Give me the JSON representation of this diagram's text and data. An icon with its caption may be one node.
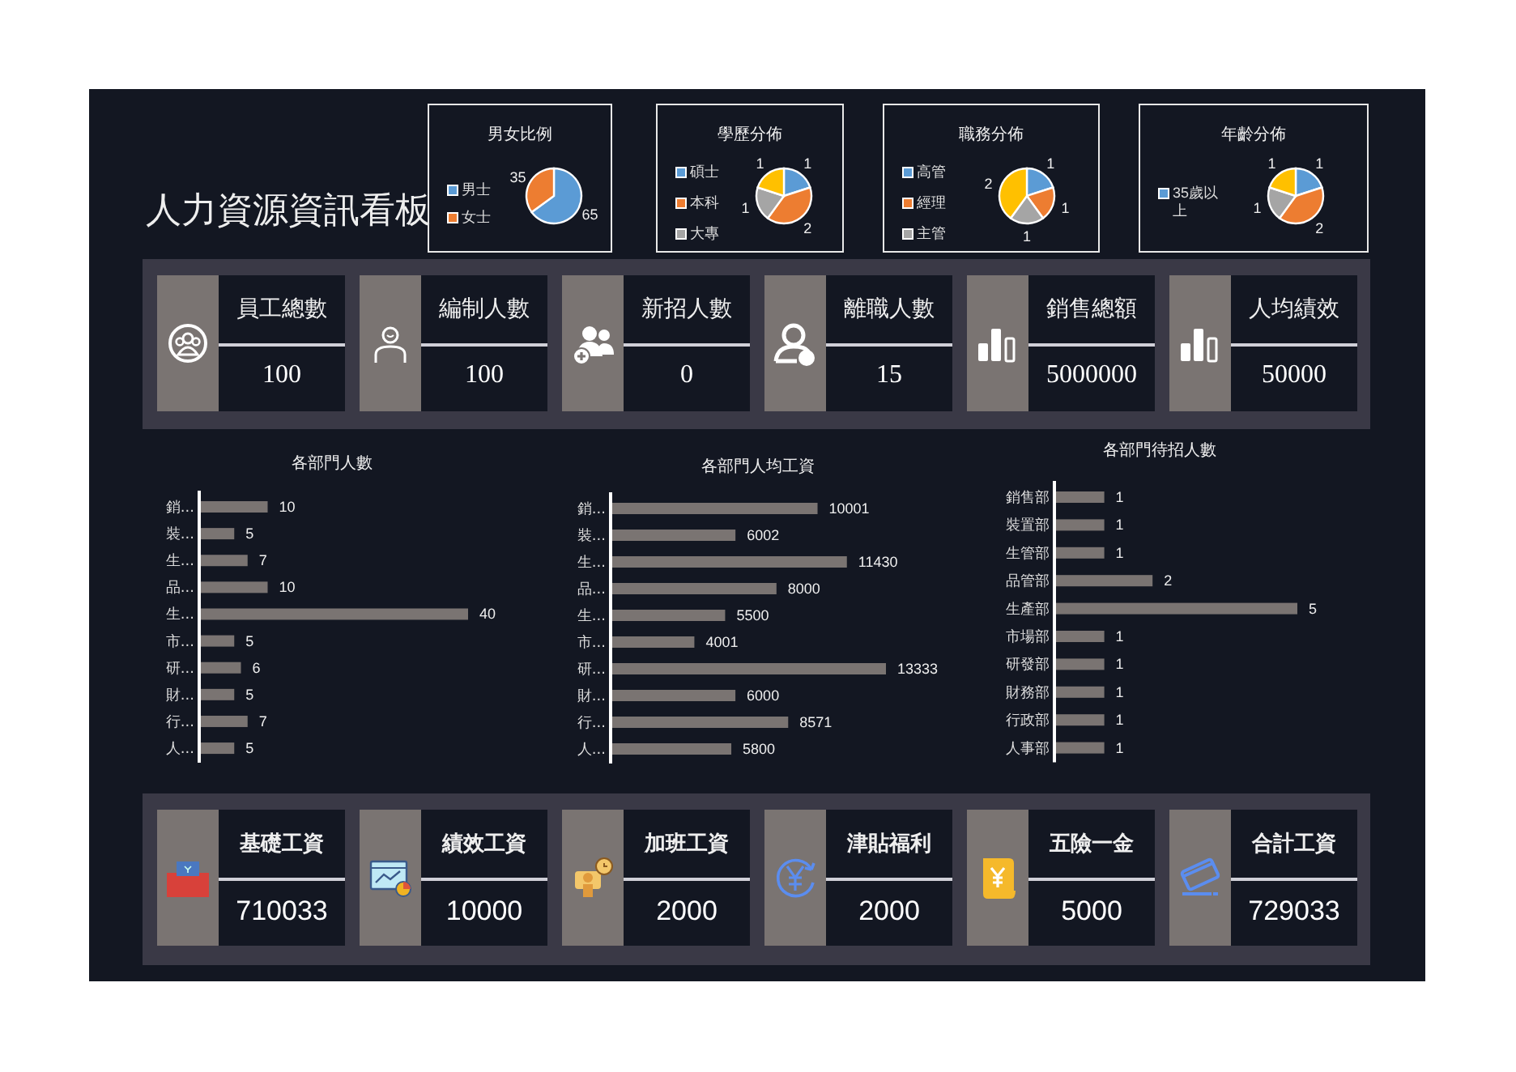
{
  "diagram": {
    "title": "人力資源資訊看板",
    "nodes": [
      {
        "text": [
          "員工總數",
          "100"
        ]
      },
      {
        "text": [
          "編制人數",
          "100"
        ]
      },
      {
        "text": [
          "新招人數",
          "0"
        ]
      },
      {
        "text": [
          "離職人數",
          "15"
        ]
      },
      {
        "text": [
          "銷售總額",
          "5000000"
        ]
      },
      {
        "text": [
          "人均績效",
          "50000"
        ]
      },
      {
        "text": [
          "基礎工資",
          "710033"
        ]
      },
      {
        "text": [
          "績效工資",
          "10000"
        ]
      },
      {
        "text": [
          "加班工資",
          "2000"
        ]
      },
      {
        "text": [
          "津貼福利",
          "2000"
        ]
      },
      {
        "text": [
          "五險一金",
          "5000"
        ]
      },
      {
        "text": [
          "合計工資",
          "729033"
        ]
      }
    ],
    "chart_data": [
      {
        "type": "pie",
        "title": "男女比例",
        "categories": [
          "男士",
          "女士"
        ],
        "values": [
          65,
          35
        ],
        "data_labels": true,
        "legend": "left"
      },
      {
        "type": "pie",
        "title": "學歷分佈",
        "categories": [
          "碩士",
          "本科",
          "大專",
          null
        ],
        "values": [
          1,
          2,
          1,
          1
        ],
        "data_labels": true,
        "legend": "left"
      },
      {
        "type": "pie",
        "title": "職務分佈",
        "categories": [
          "高管",
          "經理",
          "主管",
          null
        ],
        "values": [
          1,
          1,
          1,
          2
        ],
        "data_labels": true,
        "legend": "left"
      },
      {
        "type": "pie",
        "title": "年齡分佈",
        "categories": [
          "35歲以上",
          null,
          null,
          null
        ],
        "values": [
          1,
          2,
          1,
          1
        ],
        "data_labels": true,
        "legend": "left"
      },
      {
        "type": "bar",
        "orientation": "horizontal",
        "title": "各部門人數",
        "categories": [
          "銷...",
          "裝...",
          "生...",
          "品...",
          "生...",
          "市...",
          "研...",
          "財...",
          "行...",
          "人..."
        ],
        "values": [
          10,
          5,
          7,
          10,
          40,
          5,
          6,
          5,
          7,
          5
        ],
        "data_labels": true
      },
      {
        "type": "bar",
        "orientation": "horizontal",
        "title": "各部門人均工資",
        "categories": [
          "銷...",
          "裝...",
          "生...",
          "品...",
          "生...",
          "市...",
          "研...",
          "財...",
          "行...",
          "人..."
        ],
        "values": [
          10001,
          6002,
          11430,
          8000,
          5500,
          4001,
          13333,
          6000,
          8571,
          5800
        ],
        "data_labels": true
      },
      {
        "type": "bar",
        "orientation": "horizontal",
        "title": "各部門待招人數",
        "categories": [
          "銷售部",
          "裝置部",
          "生管部",
          "品管部",
          "生產部",
          "市場部",
          "研發部",
          "財務部",
          "行政部",
          "人事部"
        ],
        "values": [
          1,
          1,
          1,
          2,
          5,
          1,
          1,
          1,
          1,
          1
        ],
        "data_labels": true
      }
    ]
  }
}
